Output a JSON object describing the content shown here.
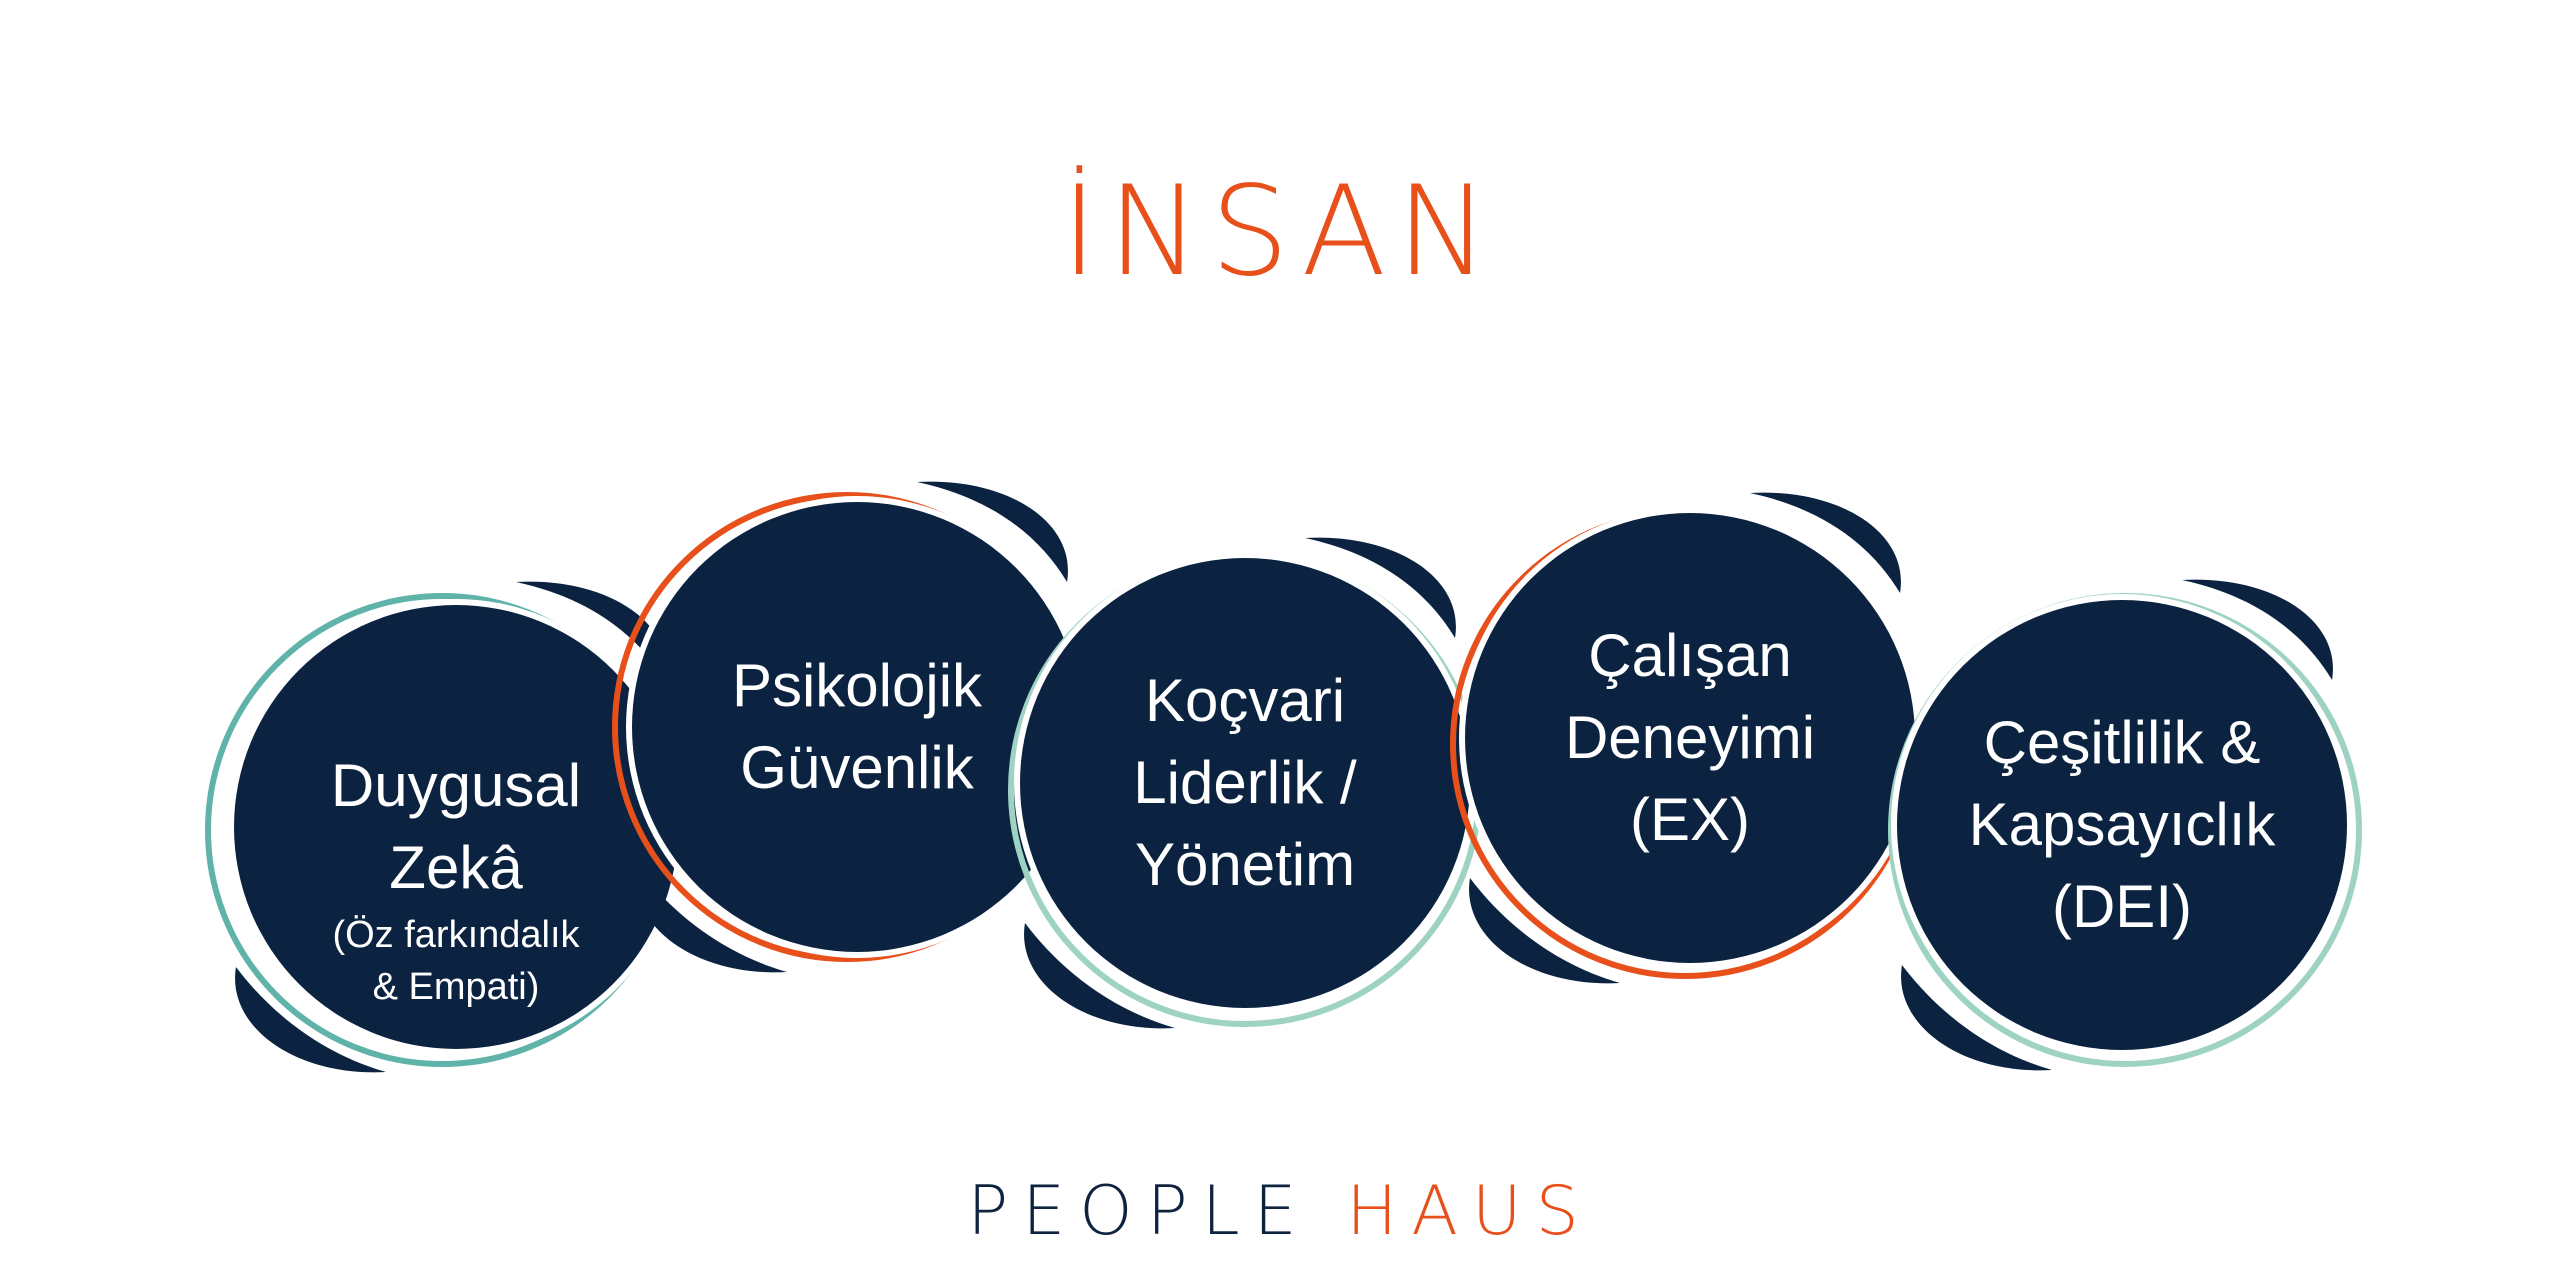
{
  "title": "İNSAN",
  "colors": {
    "navy": "#0b2340",
    "orange": "#e8501b",
    "teal": "#5fb3a8",
    "mint": "#9ed3c4",
    "white": "#ffffff"
  },
  "circles": [
    {
      "id": "duygusal",
      "lines": [
        "Duygusal",
        "Zekâ"
      ],
      "sub_lines": [
        "(Öz farkındalık",
        "& Empati)"
      ],
      "ring_color": "teal"
    },
    {
      "id": "psikolojik",
      "lines": [
        "Psikolojik",
        "Güvenlik"
      ],
      "sub_lines": [],
      "ring_color": "orange"
    },
    {
      "id": "kocvari",
      "lines": [
        "Koçvari",
        "Liderlik /",
        "Yönetim"
      ],
      "sub_lines": [],
      "ring_color": "mint"
    },
    {
      "id": "calisan",
      "lines": [
        "Çalışan",
        "Deneyimi",
        "(EX)"
      ],
      "sub_lines": [],
      "ring_color": "orange"
    },
    {
      "id": "cesitlilik",
      "lines": [
        "Çeşitlilik &",
        "Kapsayıclık",
        "(DEI)"
      ],
      "sub_lines": [],
      "ring_color": "mint"
    }
  ],
  "logo": {
    "word1": "PEOPLE",
    "word2": "HAUS"
  }
}
